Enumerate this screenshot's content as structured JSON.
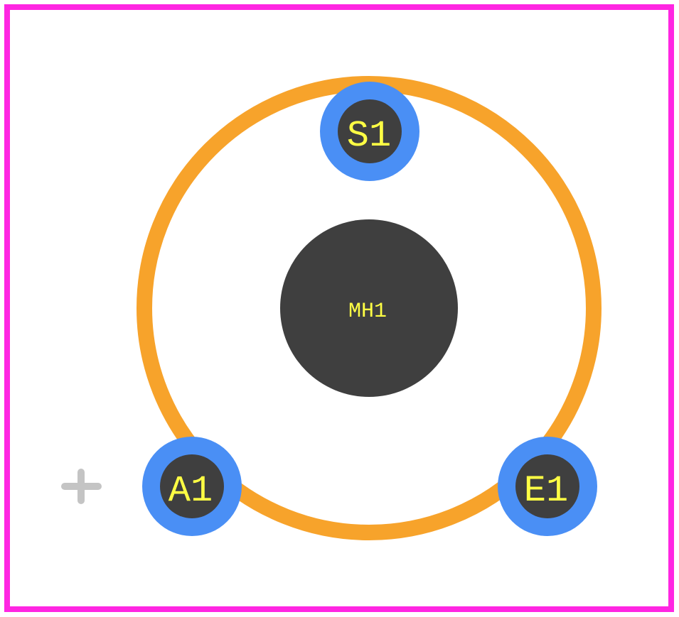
{
  "footprint": {
    "pads": [
      {
        "id": "S1",
        "label": "S1"
      },
      {
        "id": "A1",
        "label": "A1"
      },
      {
        "id": "E1",
        "label": "E1"
      }
    ],
    "mounting_hole": {
      "label": "MH1"
    }
  },
  "colors": {
    "background": "#ffffff",
    "courtyard": "#ff26e2",
    "silkscreen": "#f7a32b",
    "pad_copper": "#4a8ff5",
    "drill": "#3f3f3f",
    "label": "#ffff44",
    "origin_marker": "#c4c4c4"
  },
  "icons": {
    "origin_marker": "origin-cross-icon"
  }
}
